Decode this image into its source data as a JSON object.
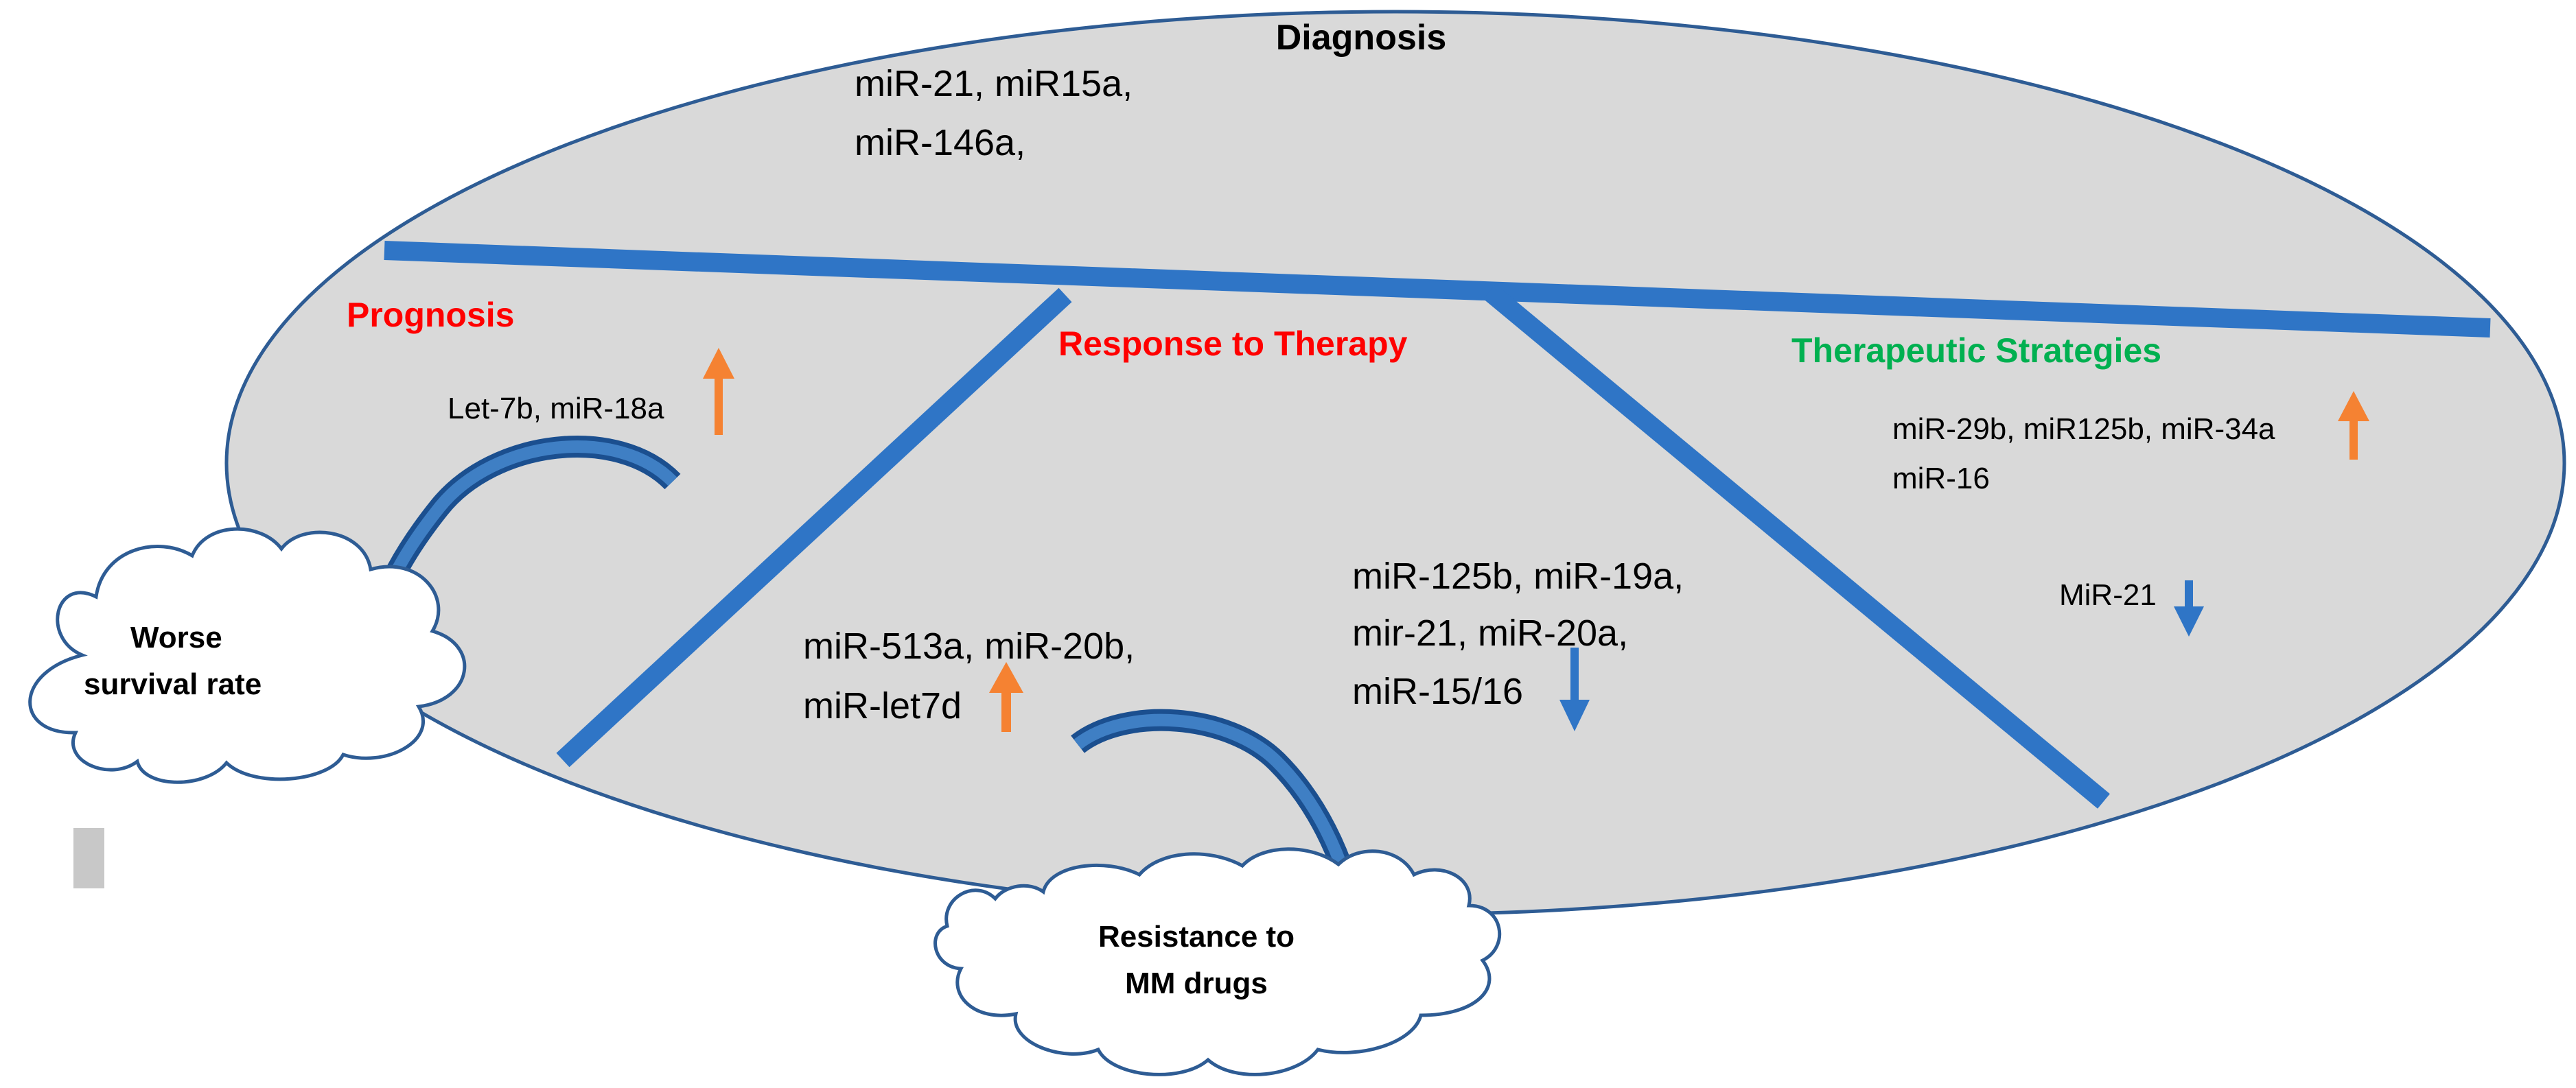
{
  "diagram": {
    "colors": {
      "ellipse_fill": "#d9d9d9",
      "ellipse_stroke": "#2e5c94",
      "branch": "#2f75c6",
      "heading_red": "#ff0000",
      "heading_green": "#00b050",
      "arrow_up": "#f58232",
      "arrow_down": "#2f75c6",
      "curved_arrow": "#1f5aa0",
      "cloud_stroke": "#2e5c94"
    },
    "diagnosis": {
      "title": "Diagnosis",
      "line1": "miR-21, miR15a,",
      "line2": "miR-146a,"
    },
    "prognosis": {
      "title": "Prognosis",
      "mirnas": "Let-7b, miR-18a",
      "trend": "up",
      "outcome_line1": "Worse",
      "outcome_line2": "survival rate"
    },
    "response": {
      "title": "Response to Therapy",
      "up_line1": "miR-513a, miR-20b,",
      "up_line2": "miR-let7d",
      "down_line1": "miR-125b, miR-19a,",
      "down_line2": "mir-21, miR-20a,",
      "down_line3": "miR-15/16",
      "outcome_line1": "Resistance to",
      "outcome_line2": "MM drugs"
    },
    "therapeutic": {
      "title": "Therapeutic Strategies",
      "up_line1": "miR-29b, miR125b,  miR-34a",
      "up_line2": "miR-16",
      "down_label": "MiR-21"
    }
  }
}
